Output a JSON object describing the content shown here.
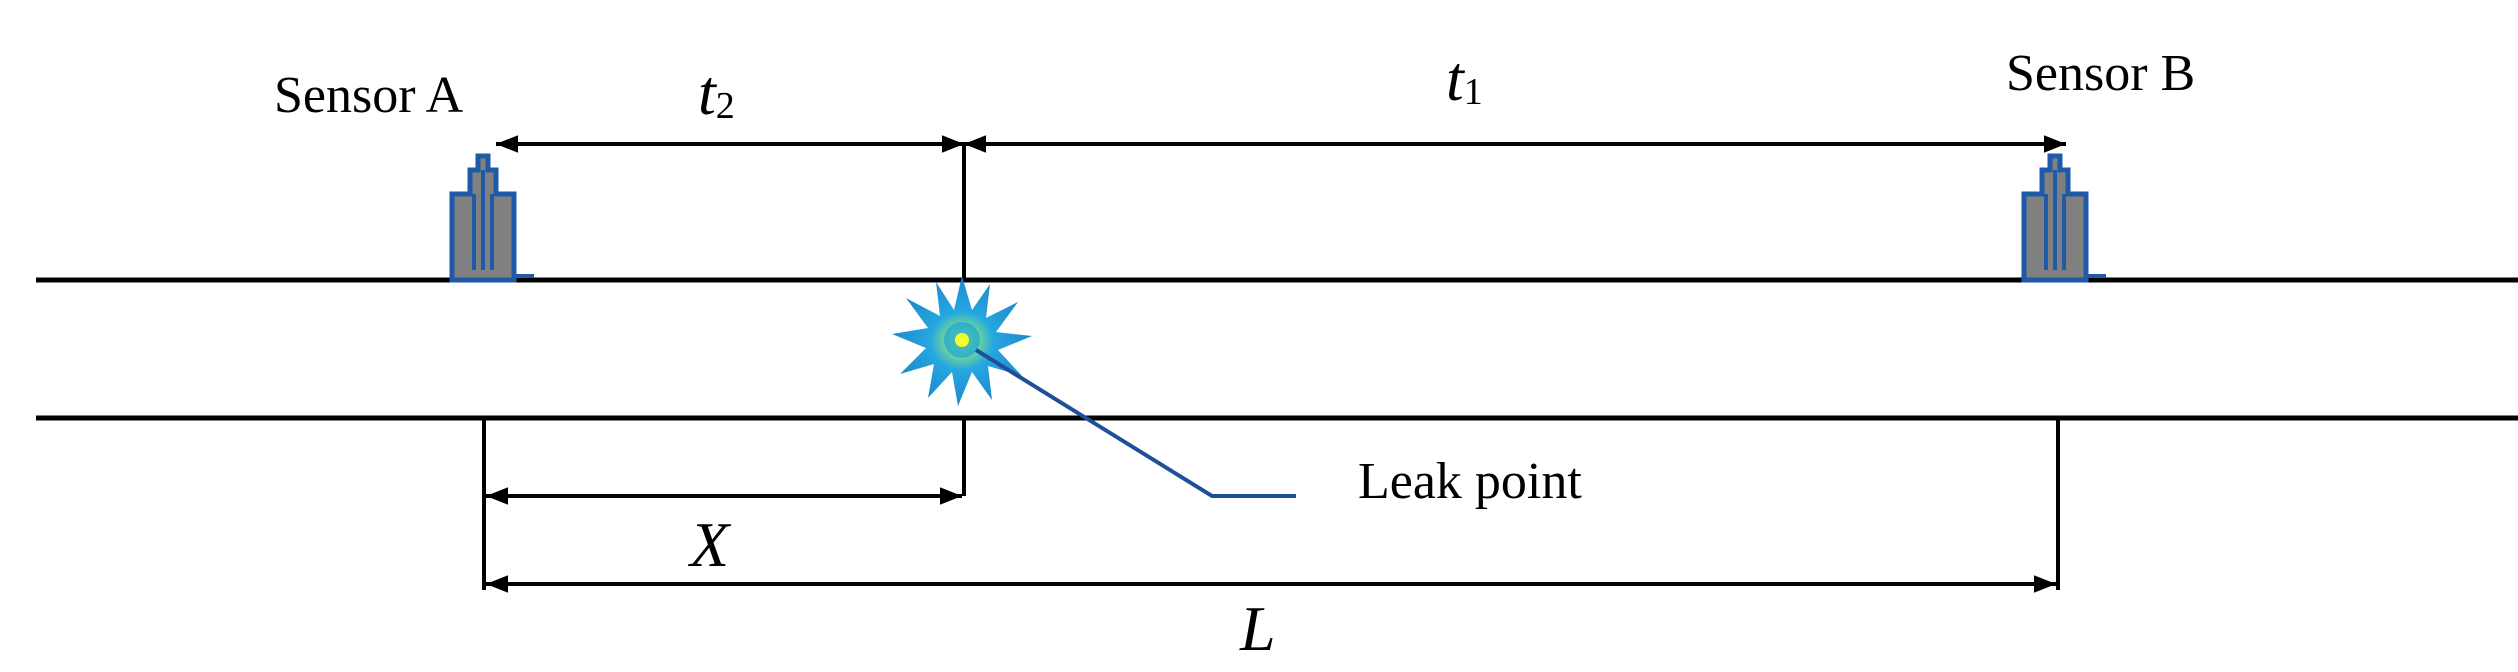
{
  "diagram": {
    "sensor_a_label": "Sensor A",
    "sensor_b_label": "Sensor B",
    "t2_symbol": "t",
    "t2_subscript": "2",
    "t1_symbol": "t",
    "t1_subscript": "1",
    "leak_label": "Leak point",
    "x_label": "X",
    "l_label": "L"
  },
  "colors": {
    "line": "#000000",
    "sensor_fill": "#808080",
    "sensor_stroke": "#1f5aa8",
    "leak_burst": "#1aa3e0",
    "leak_core": "#f4ff2e",
    "leader": "#1f4f99"
  },
  "icons": {
    "sensor_a": "pressure-sensor-icon",
    "sensor_b": "pressure-sensor-icon",
    "leak": "leak-burst-icon"
  }
}
